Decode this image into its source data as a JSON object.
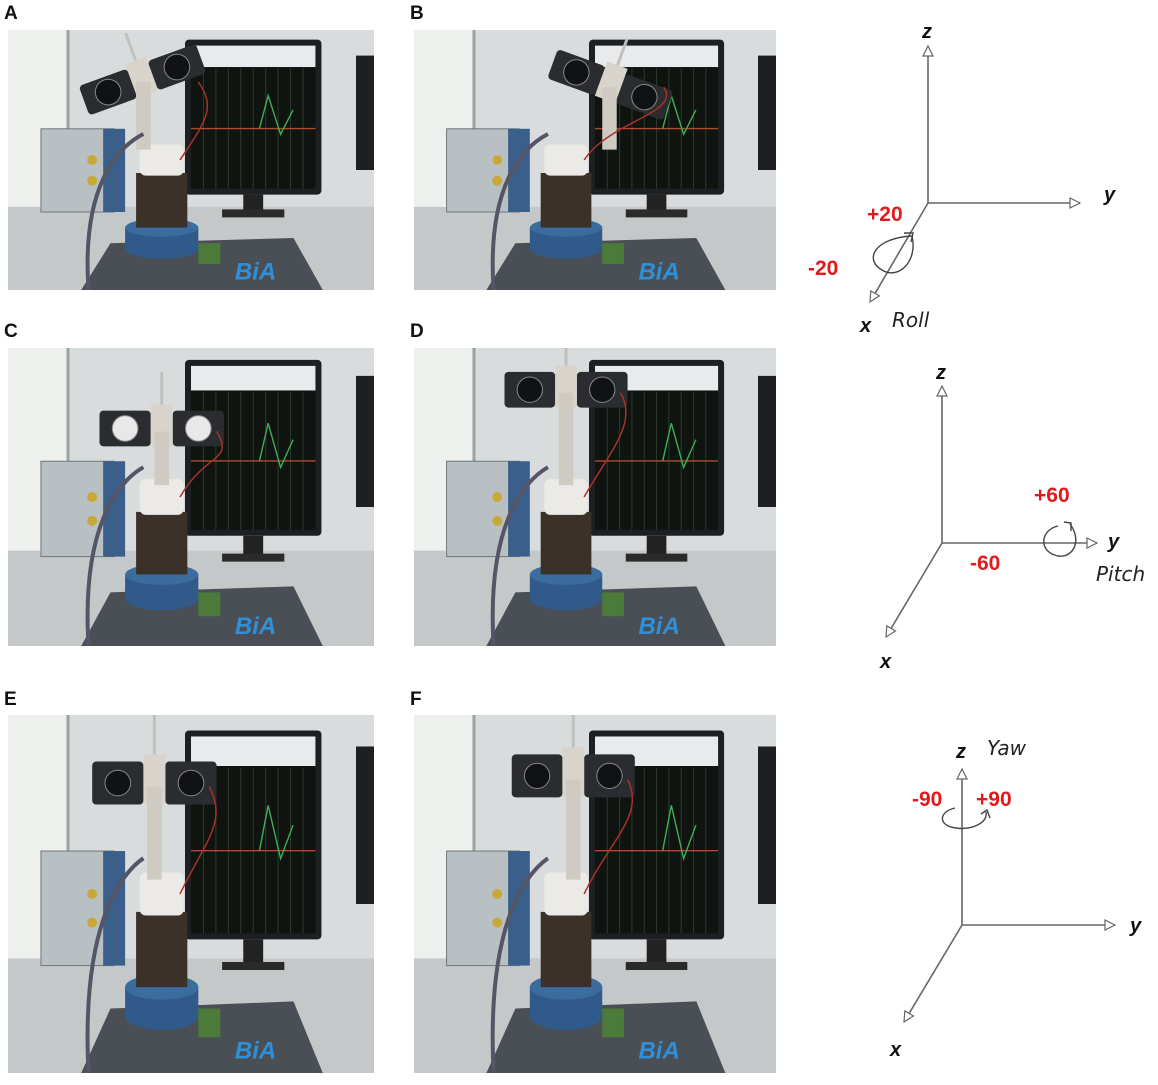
{
  "panels": [
    {
      "letter": "A"
    },
    {
      "letter": "B"
    },
    {
      "letter": "C"
    },
    {
      "letter": "D"
    },
    {
      "letter": "E"
    },
    {
      "letter": "F"
    }
  ],
  "photo_logo": "BiA",
  "axes_common": {
    "x": "x",
    "y": "y",
    "z": "z"
  },
  "roll": {
    "label": "Roll",
    "pos": "+20",
    "neg": "-20"
  },
  "pitch": {
    "label": "Pitch",
    "pos": "+60",
    "neg": "-60"
  },
  "yaw": {
    "label": "Yaw",
    "pos": "+90",
    "neg": "-90"
  },
  "colors": {
    "angle": "#e3191b",
    "axis": "#666666"
  }
}
